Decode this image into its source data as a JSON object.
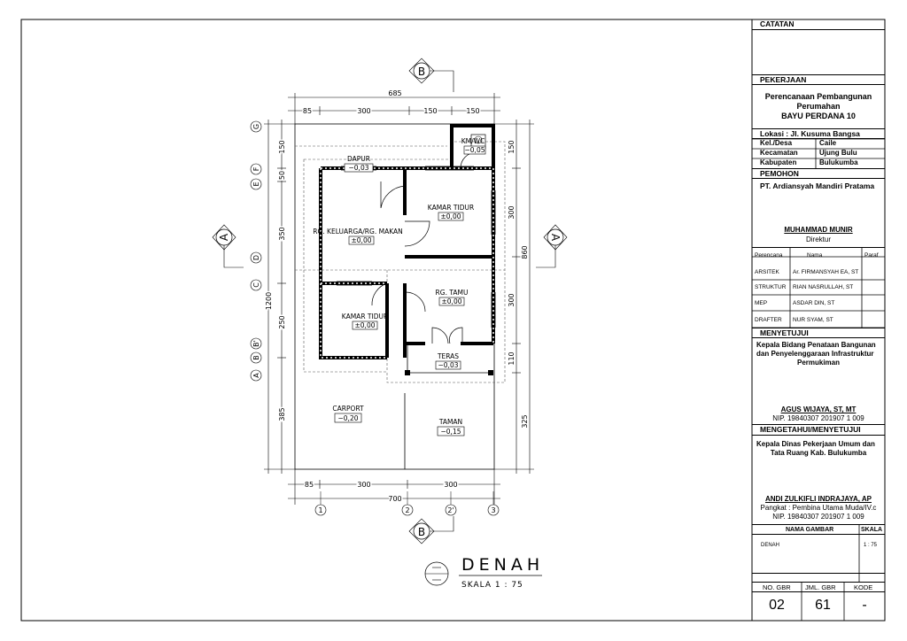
{
  "plan": {
    "rooms": [
      {
        "name": "DAPUR",
        "level": "−0,03"
      },
      {
        "name": "KM/WC",
        "level": "−0,05"
      },
      {
        "name": "KAMAR TIDUR",
        "level": "±0,00"
      },
      {
        "name": "RG. KELUARGA/RG. MAKAN",
        "level": "±0,00"
      },
      {
        "name": "RG. TAMU",
        "level": "±0,00"
      },
      {
        "name": "KAMAR TIDUR",
        "level": "±0,00"
      },
      {
        "name": "TERAS",
        "level": "−0,03"
      },
      {
        "name": "CARPORT",
        "level": "−0,20"
      },
      {
        "name": "TAMAN",
        "level": "−0,15"
      }
    ],
    "top_dims": {
      "total": "685",
      "segments": [
        "85",
        "300",
        "150",
        "150"
      ]
    },
    "bottom_dims": {
      "total": "700",
      "segments": [
        "85",
        "300",
        "300"
      ]
    },
    "left_dims": {
      "total": "1200",
      "segments": [
        "150",
        "50",
        "350",
        "250",
        "385"
      ]
    },
    "right_dims": {
      "total": "860",
      "segments": [
        "150",
        "300",
        "300",
        "110",
        "325"
      ]
    },
    "grid_left": [
      "G",
      "F",
      "E",
      "D",
      "C",
      "B'",
      "B",
      "A"
    ],
    "grid_bottom": [
      "1",
      "2",
      "2'",
      "3"
    ],
    "section_marks": {
      "top": "B",
      "bottom": "B",
      "left": "A",
      "right": "A"
    },
    "title": "DENAH",
    "scale": "SKALA 1 : 75"
  },
  "titleblock": {
    "catatan": "CATATAN",
    "pekerjaan": "PEKERJAAN",
    "project_line1": "Perencanaan Pembangunan",
    "project_line2": "Perumahan",
    "project_line3": "BAYU PERDANA 10",
    "lokasi": "Lokasi : Jl. Kusuma Bangsa",
    "kel_label": "Kel./Desa",
    "kel_value": "Caile",
    "kec_label": "Kecamatan",
    "kec_value": "Ujung Bulu",
    "kab_label": "Kabupaten",
    "kab_value": "Bulukumba",
    "pemohon": "PEMOHON",
    "pemohon_company": "PT. Ardiansyah Mandiri Pratama",
    "pemohon_name": "MUHAMMAD MUNIR",
    "pemohon_role": "Direktur",
    "table_headers": [
      "Perencana",
      "Nama",
      "Paraf"
    ],
    "table_rows": [
      {
        "role": "ARSITEK",
        "name": "Ar. FIRMANSYAH EA, ST"
      },
      {
        "role": "STRUKTUR",
        "name": "RIAN NASRULLAH, ST"
      },
      {
        "role": "MEP",
        "name": "ASDAR DIN, ST"
      },
      {
        "role": "DRAFTER",
        "name": "NUR SYAM, ST"
      }
    ],
    "menyetujui": "MENYETUJUI",
    "menyetujui_office_1": "Kepala Bidang Penataan Bangunan",
    "menyetujui_office_2": "dan Penyelenggaraan Infrastruktur",
    "menyetujui_office_3": "Permukiman",
    "menyetujui_name": "AGUS WIJAYA, ST, MT",
    "menyetujui_nip": "NIP. 19840307 201907 1 009",
    "mengetahui": "MENGETAHUI/MENYETUJUI",
    "mengetahui_office_1": "Kepala Dinas Pekerjaan Umum dan",
    "mengetahui_office_2": "Tata Ruang Kab. Bulukumba",
    "mengetahui_name": "ANDI ZULKIFLI INDRAJAYA, AP",
    "mengetahui_rank": "Pangkat : Pembina Utama Muda/IV.c",
    "mengetahui_nip": "NIP. 19840307 201907 1 009",
    "nama_gambar_label": "NAMA GAMBAR",
    "skala_label": "SKALA",
    "nama_gambar": "DENAH",
    "skala": "1 : 75",
    "no_gbr_label": "NO. GBR",
    "jml_gbr_label": "JML. GBR",
    "kode_label": "KODE",
    "no_gbr": "02",
    "jml_gbr": "61",
    "kode": "-"
  }
}
